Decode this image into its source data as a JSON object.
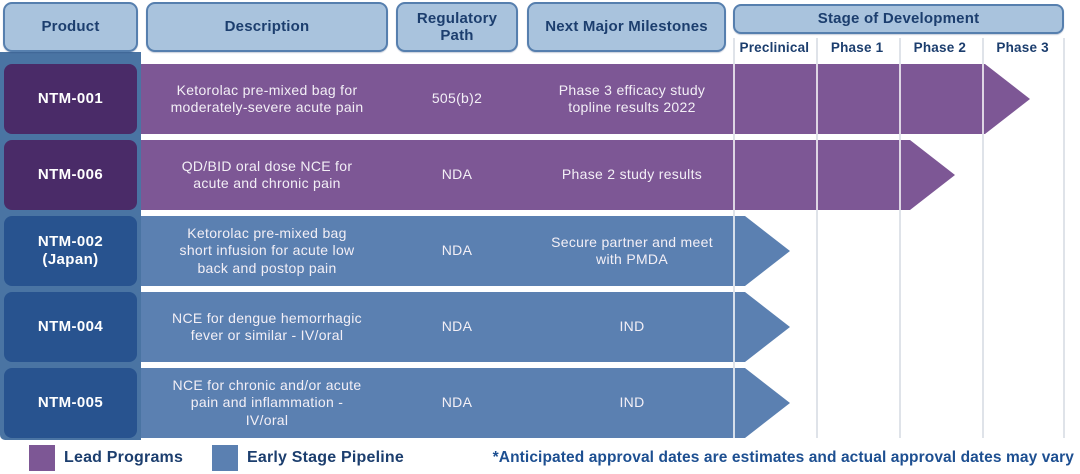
{
  "chart_data": {
    "type": "table",
    "subtype": "product-pipeline-stage-chart",
    "columns": [
      "Product",
      "Description",
      "Regulatory Path",
      "Next Major Milestones",
      "Stage of Development"
    ],
    "stages": [
      "Preclinical",
      "Phase 1",
      "Phase 2",
      "Phase 3"
    ],
    "rows": [
      {
        "product": "NTM-001",
        "description": "Ketorolac pre-mixed bag for moderately-severe acute pain",
        "regulatory_path": "505(b)2",
        "next_major_milestones": "Phase 3 efficacy study topline results 2022",
        "category": "Lead Programs",
        "stage_reached": "Phase 3",
        "stage_progress_fraction": 0.6
      },
      {
        "product": "NTM-006",
        "description": "QD/BID oral dose NCE for acute and chronic pain",
        "regulatory_path": "NDA",
        "next_major_milestones": "Phase 2 study results",
        "category": "Lead Programs",
        "stage_reached": "Phase 2",
        "stage_progress_fraction": 0.95
      },
      {
        "product": "NTM-002 (Japan)",
        "description": "Ketorolac pre-mixed bag short infusion for acute low back and postop pain",
        "regulatory_path": "NDA",
        "next_major_milestones": "Secure partner and meet with PMDA",
        "category": "Early Stage Pipeline",
        "stage_reached": "Preclinical",
        "stage_progress_fraction": 0.65
      },
      {
        "product": "NTM-004",
        "description": "NCE for dengue hemorrhagic fever or similar - IV/oral",
        "regulatory_path": "NDA",
        "next_major_milestones": "IND",
        "category": "Early Stage Pipeline",
        "stage_reached": "Preclinical",
        "stage_progress_fraction": 0.65
      },
      {
        "product": "NTM-005",
        "description": "NCE for chronic and/or acute pain and inflammation - IV/oral",
        "regulatory_path": "NDA",
        "next_major_milestones": "IND",
        "category": "Early Stage Pipeline",
        "stage_reached": "Preclinical",
        "stage_progress_fraction": 0.65
      }
    ],
    "legend_position": "bottom"
  },
  "legend": {
    "items": [
      {
        "label": "Lead Programs",
        "color": "#7d5795"
      },
      {
        "label": "Early Stage Pipeline",
        "color": "#5b80b1"
      }
    ]
  },
  "footnote": "*Anticipated approval dates are estimates and actual approval dates may vary",
  "colors": {
    "lead_bar": "#7d5795",
    "lead_product_box": "#4a2b68",
    "early_bar": "#5b80b1",
    "early_product_box": "#28538f",
    "header_fill": "#a9c3dd",
    "header_border": "#567fae",
    "header_text": "#1c3e6e",
    "product_column_strip": "#4a74a3",
    "footnote_text": "#1d4f91"
  }
}
